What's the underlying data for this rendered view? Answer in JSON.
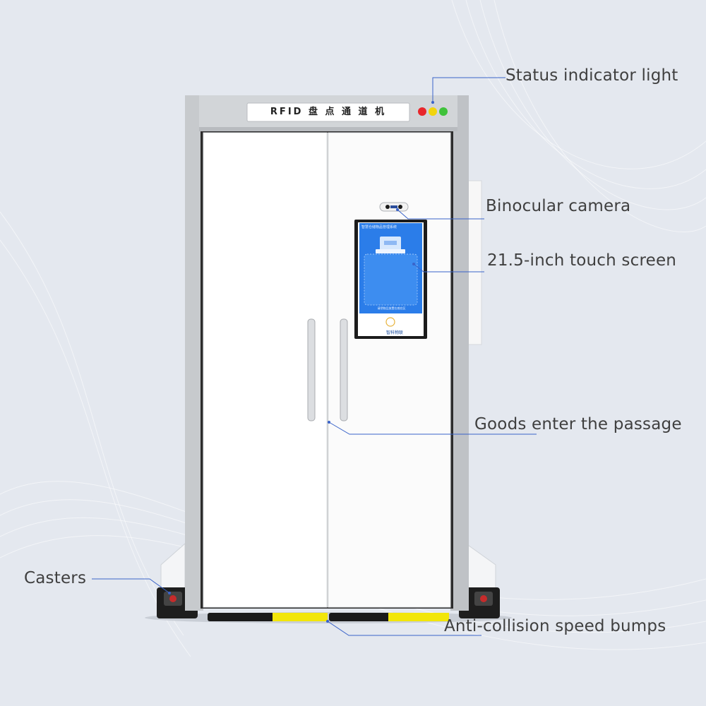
{
  "machine": {
    "sign_label": "RFID 盘 点 通 道 机",
    "indicator_colors": [
      "#e8262b",
      "#f1d40d",
      "#3fc23a"
    ],
    "screen_title": "智慧仓储物品管理系统",
    "screen_hint": "请把物品放置在感应区",
    "screen_brand": "智科物联"
  },
  "callouts": {
    "status_light": "Status indicator light",
    "camera": "Binocular camera",
    "screen": "21.5-inch touch screen",
    "passage": "Goods enter the passage",
    "casters": "Casters",
    "bumps": "Anti-collision speed bumps"
  },
  "colors": {
    "leader_line": "#3a63c9",
    "bump_yellow": "#f2e60a",
    "bump_black": "#1a1a1a",
    "screen_blue": "#2b7de9"
  },
  "icons": [
    "leader-dot-icon",
    "screen-illustration-icon",
    "brand-logo-icon"
  ]
}
